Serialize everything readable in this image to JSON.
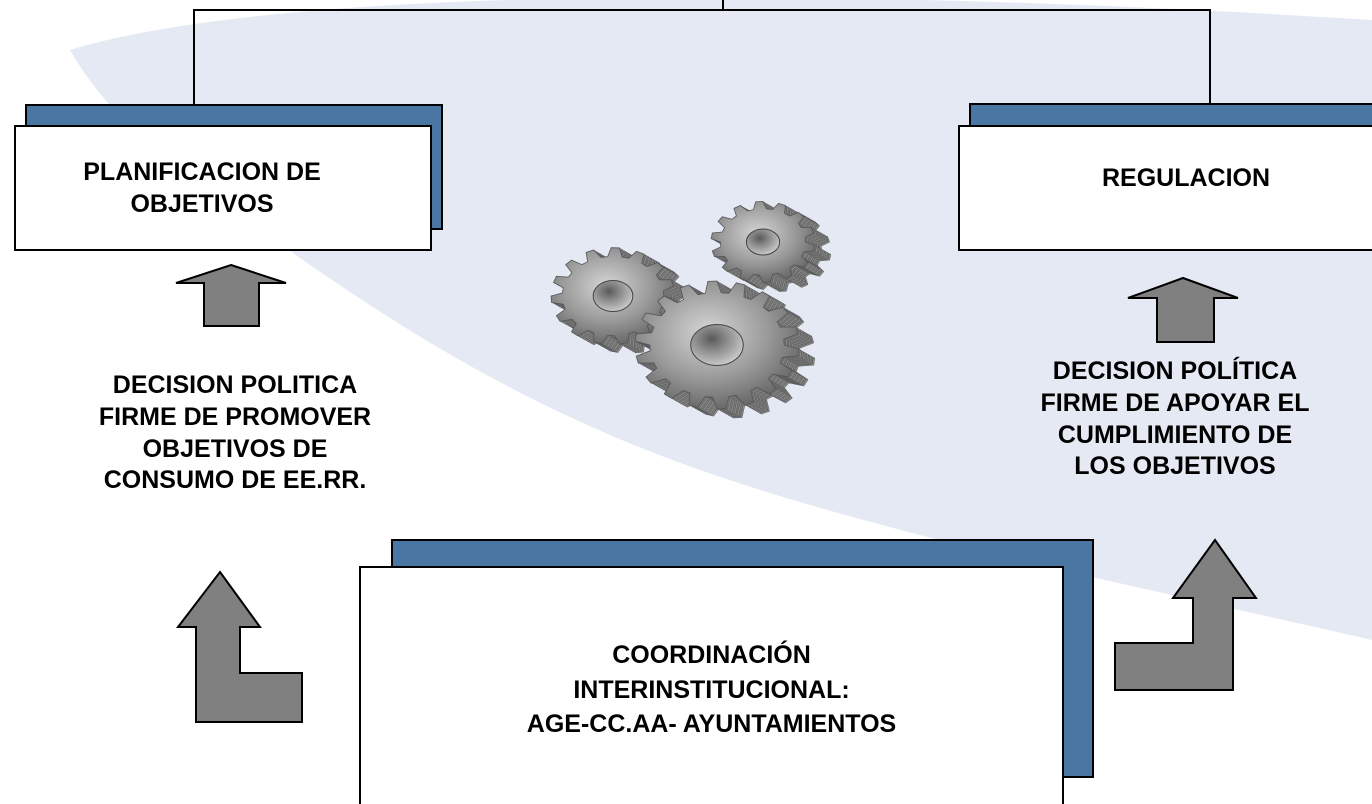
{
  "colors": {
    "box_shadow": "#4a76a3",
    "arrow_fill": "#808080",
    "background_swoosh": "#e4e9f4",
    "gear": "#8c8c8c"
  },
  "boxes": {
    "planificacion": "PLANIFICACION DE\nOBJETIVOS",
    "regulacion": "REGULACION",
    "coordinacion": "COORDINACIÓN\nINTERINSTITUCIONAL:\nAGE-CC.AA- AYUNTAMIENTOS"
  },
  "labels": {
    "decision_left": "DECISION POLITICA\nFIRME DE PROMOVER\nOBJETIVOS DE\nCONSUMO DE EE.RR.",
    "decision_right": "DECISION POLÍTICA\nFIRME DE APOYAR EL\nCUMPLIMIENTO DE\nLOS OBJETIVOS"
  },
  "icons": {
    "center": "gears-icon",
    "arrows": [
      "up-arrow-icon",
      "elbow-up-arrow-icon"
    ]
  }
}
